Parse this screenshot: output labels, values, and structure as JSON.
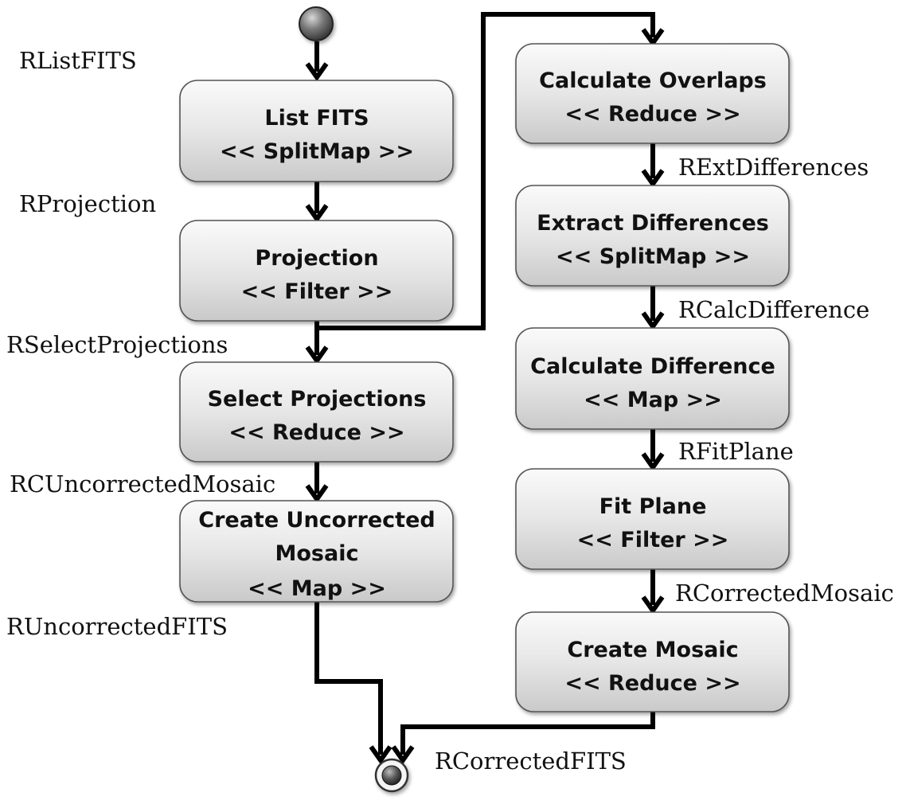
{
  "diagram": {
    "type": "activity-diagram",
    "nodes": [
      {
        "id": "list_fits",
        "title": "List FITS",
        "stereotype": "<< SplitMap >>"
      },
      {
        "id": "projection",
        "title": "Projection",
        "stereotype": "<< Filter >>"
      },
      {
        "id": "select_projections",
        "title": "Select Projections",
        "stereotype": "<< Reduce >>"
      },
      {
        "id": "create_uncorrected_mosaic",
        "title": "Create Uncorrected",
        "title2": "Mosaic",
        "stereotype": "<< Map >>"
      },
      {
        "id": "calculate_overlaps",
        "title": "Calculate Overlaps",
        "stereotype": "<< Reduce >>"
      },
      {
        "id": "extract_differences",
        "title": "Extract Differences",
        "stereotype": "<< SplitMap >>"
      },
      {
        "id": "calculate_difference",
        "title": "Calculate Difference",
        "stereotype": "<< Map >>"
      },
      {
        "id": "fit_plane",
        "title": "Fit Plane",
        "stereotype": "<< Filter >>"
      },
      {
        "id": "create_mosaic",
        "title": "Create Mosaic",
        "stereotype": "<< Reduce >>"
      }
    ],
    "labels": {
      "rlistfits": "RListFITS",
      "rprojection": "RProjection",
      "rselectprojections": "RSelectProjections",
      "rcuncorrectedmosaic": "RCUncorrectedMosaic",
      "runcorrectedfits": "RUncorrectedFITS",
      "rextdifferences": "RExtDifferences",
      "rcalcdifference": "RCalcDifference",
      "rfitplane": "RFitPlane",
      "rcorrectedmosaic": "RCorrectedMosaic",
      "rcorrectedfits": "RCorrectedFITS"
    },
    "edges": [
      {
        "from": "start",
        "to": "list_fits"
      },
      {
        "from": "list_fits",
        "to": "projection"
      },
      {
        "from": "projection",
        "to": "select_projections"
      },
      {
        "from": "projection",
        "to": "calculate_overlaps"
      },
      {
        "from": "select_projections",
        "to": "create_uncorrected_mosaic"
      },
      {
        "from": "create_uncorrected_mosaic",
        "to": "end"
      },
      {
        "from": "calculate_overlaps",
        "to": "extract_differences"
      },
      {
        "from": "extract_differences",
        "to": "calculate_difference"
      },
      {
        "from": "calculate_difference",
        "to": "fit_plane"
      },
      {
        "from": "fit_plane",
        "to": "create_mosaic"
      },
      {
        "from": "create_mosaic",
        "to": "end"
      }
    ]
  }
}
